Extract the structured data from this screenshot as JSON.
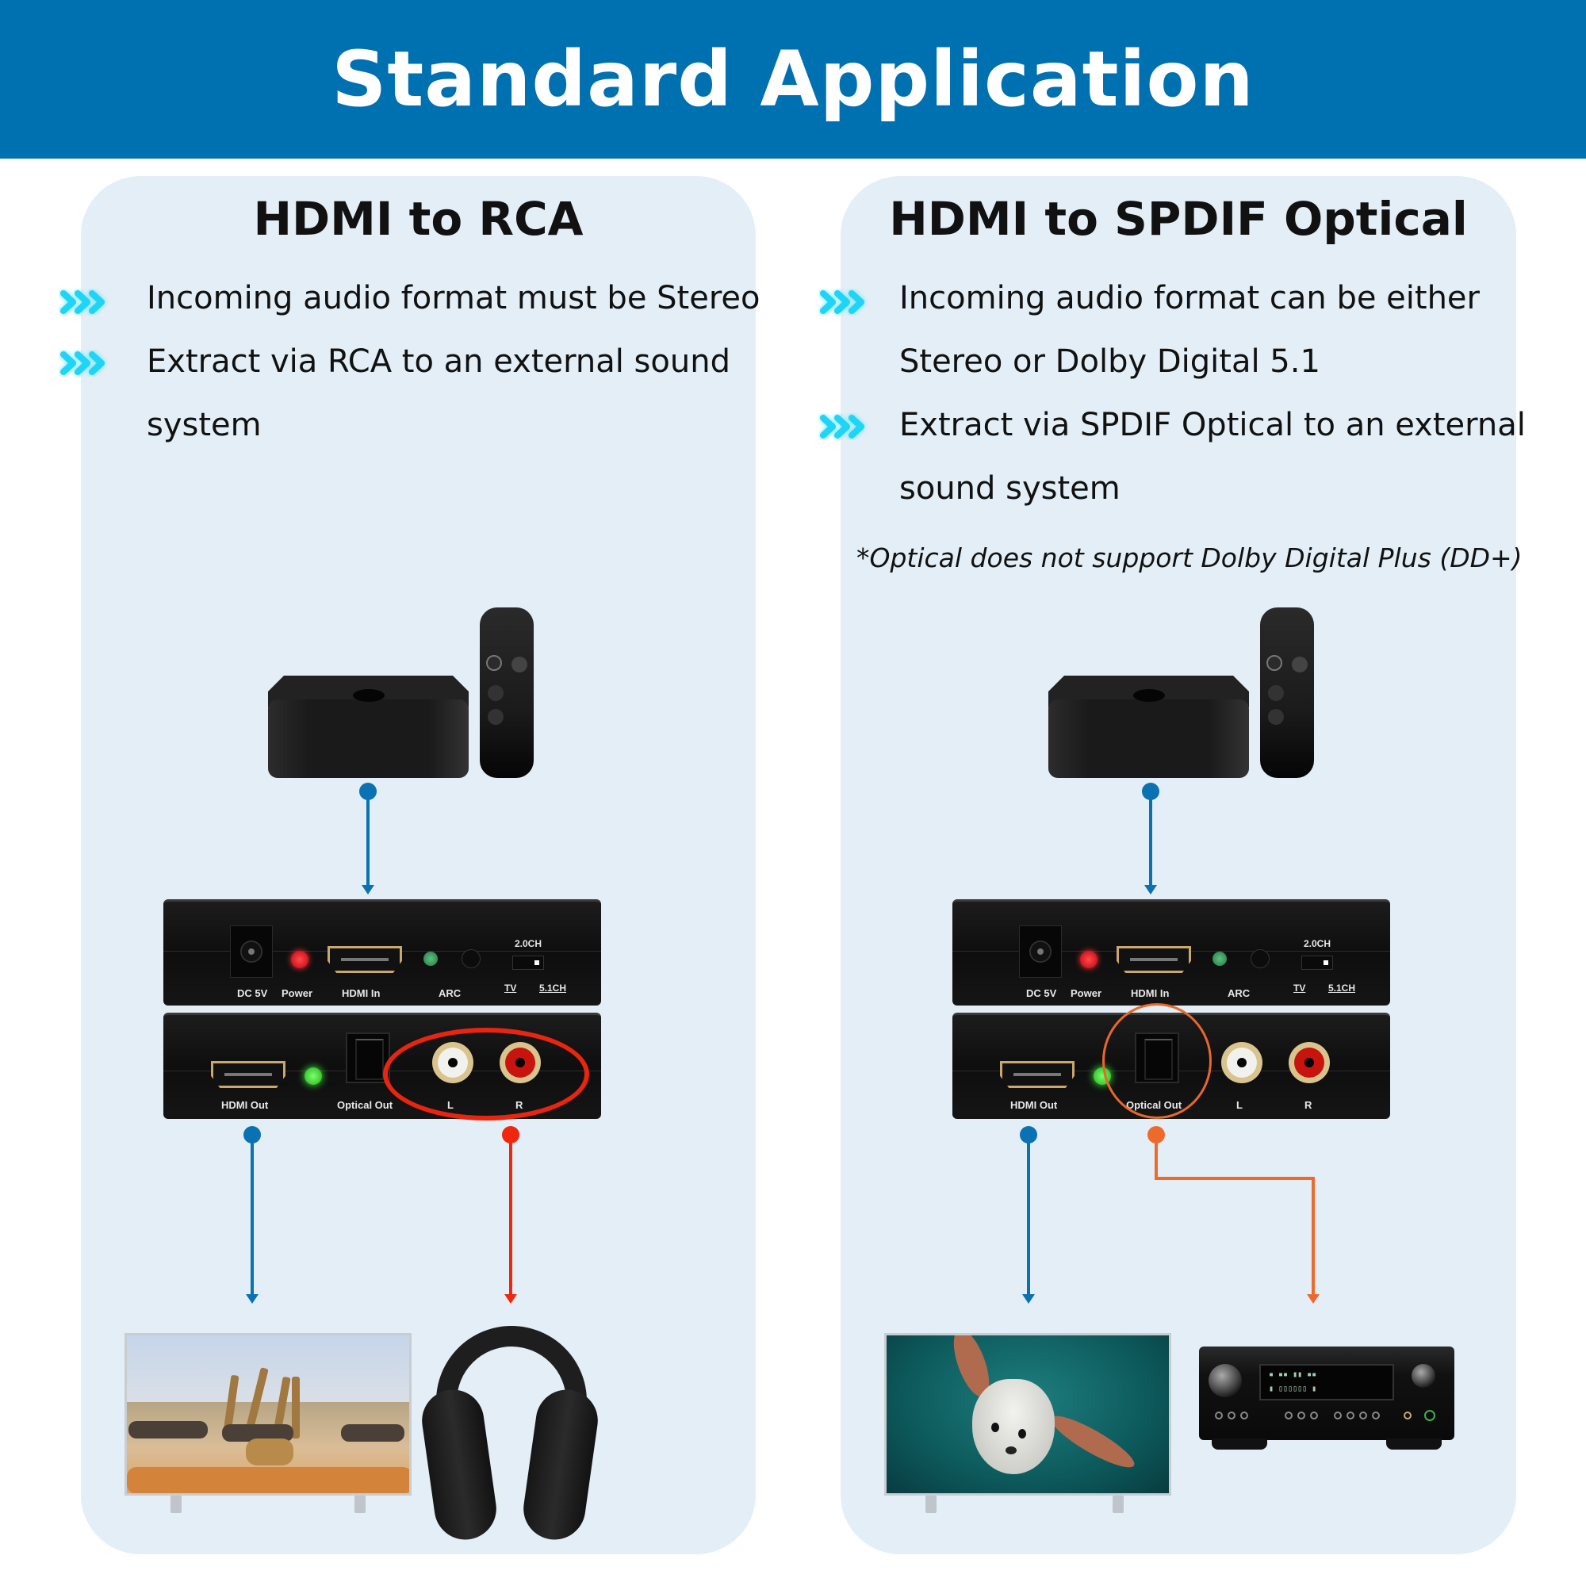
{
  "header": {
    "title": "Standard Application",
    "bg_color": "#0071b0"
  },
  "panels": [
    {
      "id": "rca",
      "title": "HDMI to RCA",
      "bullets": [
        {
          "lines": [
            "Incoming audio format must be Stereo"
          ]
        },
        {
          "lines": [
            "Extract via RCA to an external sound",
            "system"
          ]
        }
      ],
      "footnote": null,
      "source": {
        "name": "Streaming box with remote",
        "icon": "apple-tv-icon"
      },
      "device": {
        "top_labels": [
          "DC 5V",
          "Power",
          "HDMI In",
          "ARC",
          "2.0CH",
          "TV",
          "5.1CH"
        ],
        "bottom_labels": [
          "HDMI Out",
          "Optical Out",
          "L",
          "R"
        ],
        "highlight": "RCA L/R",
        "highlight_color": "#e8250f"
      },
      "connections": [
        {
          "from": "source",
          "to": "HDMI In",
          "color": "#0a72b3"
        },
        {
          "from": "HDMI Out",
          "to": "TV",
          "color": "#0a72b3"
        },
        {
          "from": "RCA L/R",
          "to": "Headphones",
          "color": "#f0260f"
        }
      ],
      "outputs": [
        {
          "name": "TV",
          "icon": "tv-savanna-icon"
        },
        {
          "name": "Headphones",
          "icon": "headphones-icon"
        }
      ]
    },
    {
      "id": "optical",
      "title": "HDMI to SPDIF Optical",
      "bullets": [
        {
          "lines": [
            "Incoming audio format can be either",
            "Stereo or Dolby Digital 5.1"
          ]
        },
        {
          "lines": [
            "Extract via SPDIF Optical to an external",
            "sound system"
          ]
        }
      ],
      "footnote": "*Optical does not support Dolby Digital Plus (DD+)",
      "source": {
        "name": "Streaming box with remote",
        "icon": "apple-tv-icon"
      },
      "device": {
        "top_labels": [
          "DC 5V",
          "Power",
          "HDMI In",
          "ARC",
          "2.0CH",
          "TV",
          "5.1CH"
        ],
        "bottom_labels": [
          "HDMI Out",
          "Optical Out",
          "L",
          "R"
        ],
        "highlight": "Optical Out",
        "highlight_color": "#e8672a"
      },
      "connections": [
        {
          "from": "source",
          "to": "HDMI In",
          "color": "#0a72b3"
        },
        {
          "from": "HDMI Out",
          "to": "TV",
          "color": "#0a72b3"
        },
        {
          "from": "Optical Out",
          "to": "AV Receiver",
          "color": "#ee6a2b"
        }
      ],
      "outputs": [
        {
          "name": "TV",
          "icon": "tv-seal-icon"
        },
        {
          "name": "AV Receiver",
          "icon": "av-receiver-icon"
        }
      ]
    }
  ]
}
